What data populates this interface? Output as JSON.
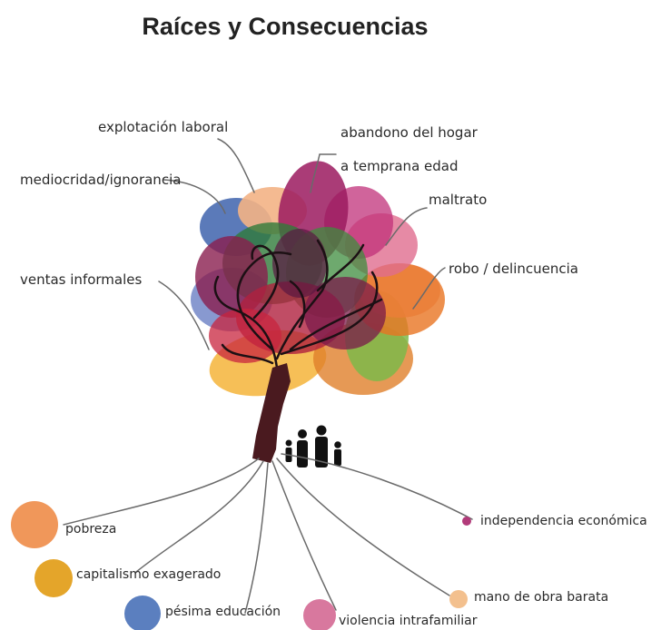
{
  "title": "Raíces y Consecuencias",
  "consequences": {
    "explotacion": "explotación laboral",
    "abandono_1": "abandono del hogar",
    "abandono_2": "a temprana edad",
    "mediocridad": "mediocridad/ignorancia",
    "maltrato": "maltrato",
    "ventas": "ventas informales",
    "robo": "robo / delincuencia"
  },
  "roots": {
    "pobreza": "pobreza",
    "capitalismo": "capitalismo exagerado",
    "educacion": "pésima educación",
    "violencia": "violencia intrafamiliar",
    "mano_obra": "mano de obra barata",
    "independencia": "independencia económica"
  },
  "colors": {
    "pobreza": "#f0975a",
    "capitalismo": "#e4a52a",
    "educacion": "#5b7fbf",
    "violencia": "#d8789e",
    "mano_obra": "#f3c08e",
    "independencia": "#b23b7a",
    "trunk": "#4a1a1f"
  }
}
